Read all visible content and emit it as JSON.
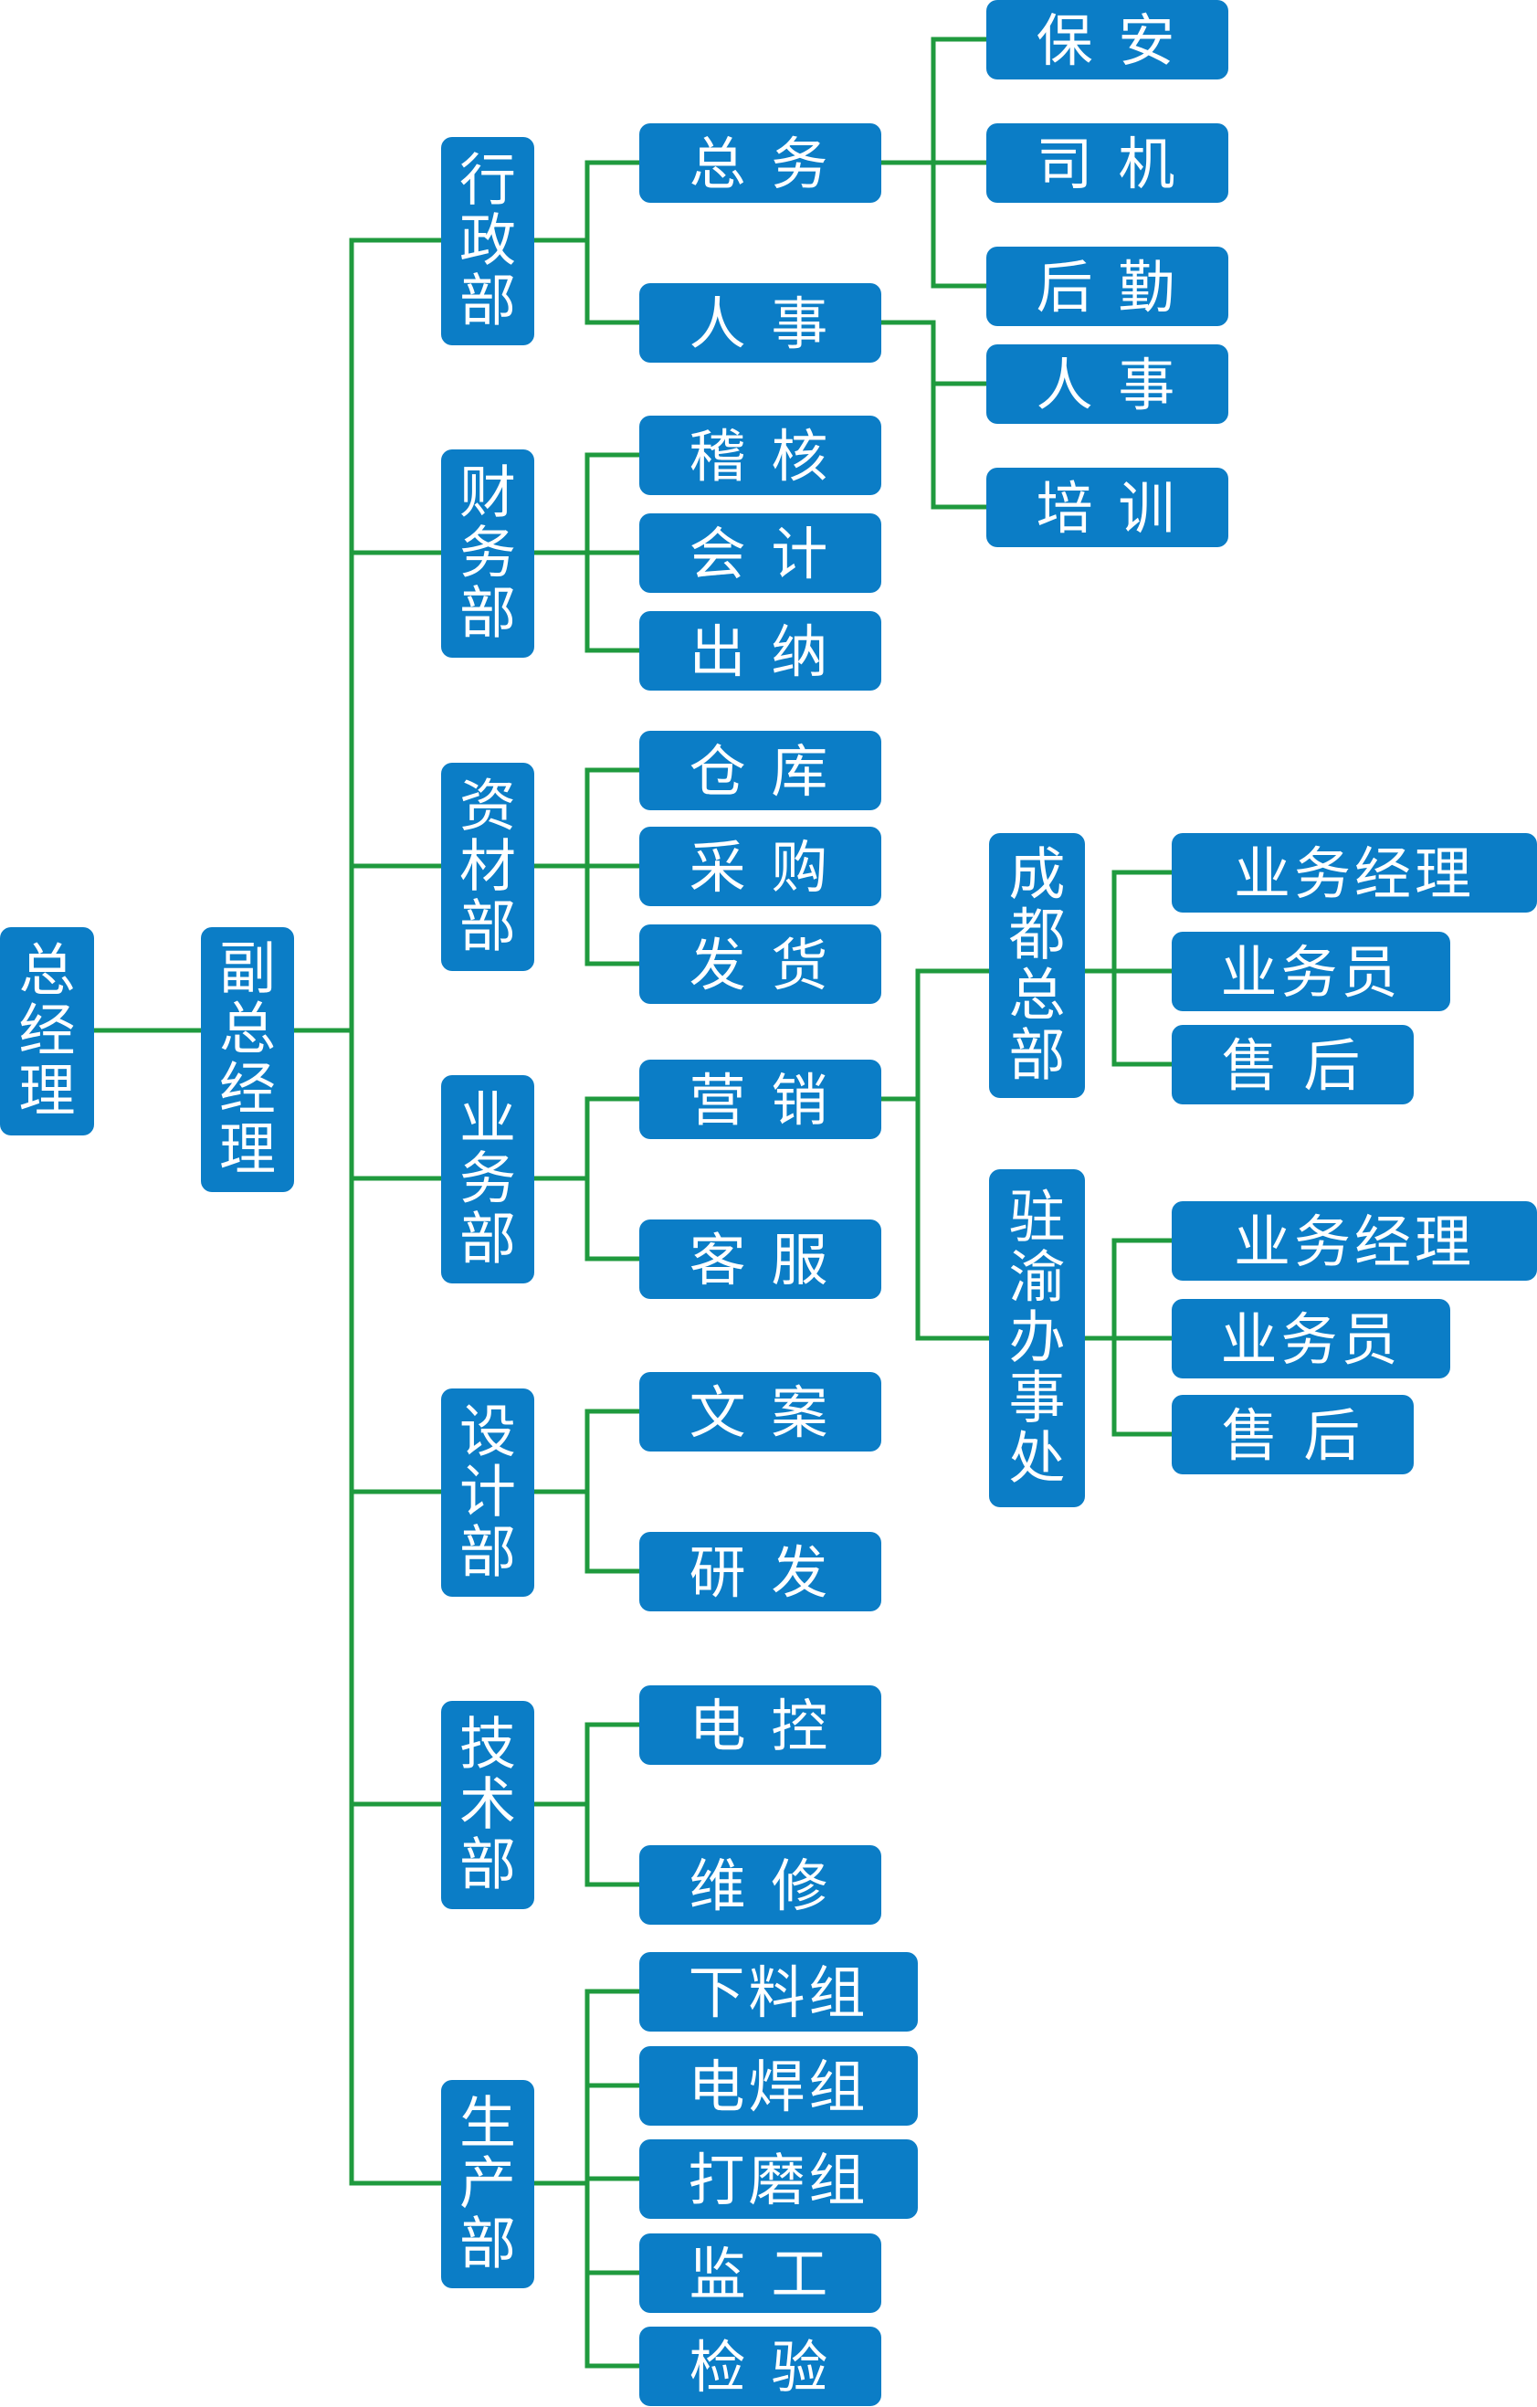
{
  "colors": {
    "box": "#0b7dc6",
    "text": "#ffffff",
    "connector": "#1f9a3e"
  },
  "org": {
    "gm": "总经理",
    "deputy": "副总经理",
    "depts": {
      "admin": "行政部",
      "finance": "财务部",
      "materials": "资材部",
      "business": "业务部",
      "design": "设计部",
      "tech": "技术部",
      "production": "生产部"
    },
    "units": {
      "general_affairs": "总 务",
      "hr": "人 事",
      "audit": "稽 核",
      "accounting": "会 计",
      "cashier": "出 纳",
      "warehouse": "仓 库",
      "purchasing": "采 购",
      "shipping": "发 货",
      "marketing": "营 销",
      "customer_service": "客 服",
      "copywriting": "文 案",
      "rnd": "研 发",
      "electric_control": "电 控",
      "maintenance": "维 修",
      "cutting_group": "下料组",
      "welding_group": "电焊组",
      "grinding_group": "打磨组",
      "supervision": "监 工",
      "inspection": "检 验"
    },
    "sub": {
      "security": "保 安",
      "driver": "司 机",
      "logistics": "后 勤",
      "hr_staff": "人 事",
      "training": "培 训"
    },
    "branches": {
      "chengdu": "成都总部",
      "chongqing": "驻渝办事处"
    },
    "roles": {
      "cd_manager": "业务经理",
      "cd_staff": "业务员",
      "cd_aftersales": "售 后",
      "cq_manager": "业务经理",
      "cq_staff": "业务员",
      "cq_aftersales": "售 后"
    }
  }
}
